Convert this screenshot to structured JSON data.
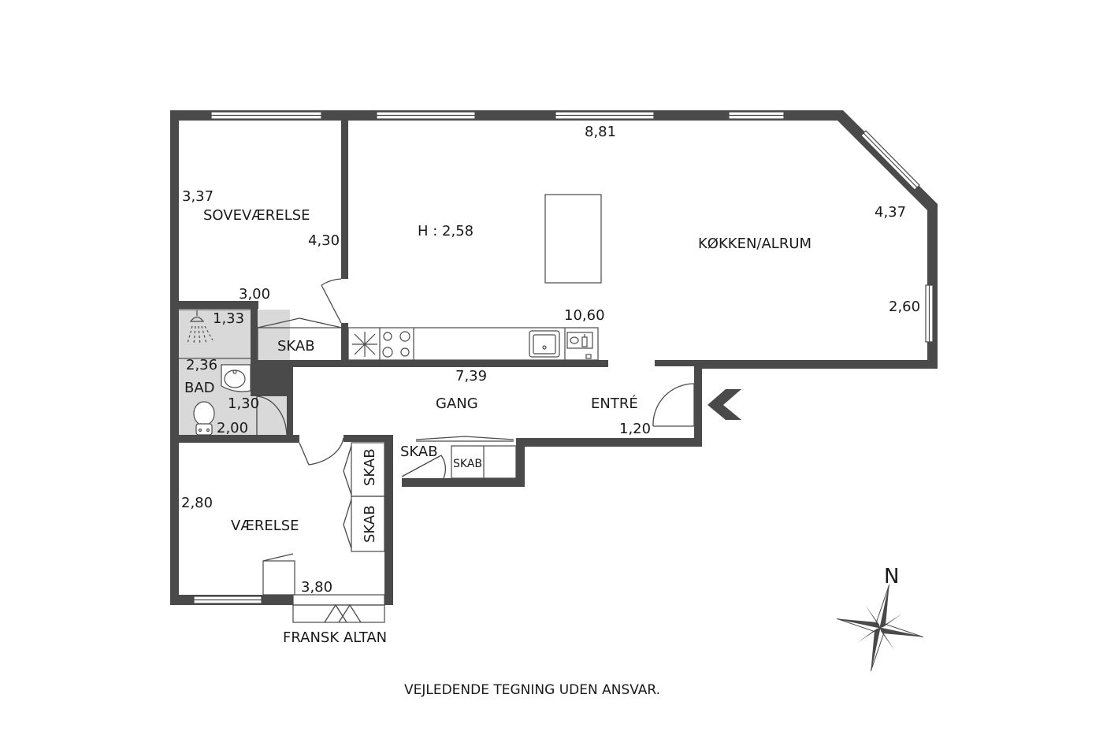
{
  "rooms": {
    "bedroom": "SOVEVÆRELSE",
    "kitchen": "KØKKEN/ALRUM",
    "closet_main": "SKAB",
    "bath": "BAD",
    "hall": "GANG",
    "entry": "ENTRÉ",
    "hall_closet": "SKAB",
    "hall_closet_small": "SKAB",
    "room": "VÆRELSE",
    "room_closet_1": "SKAB",
    "room_closet_2": "SKAB",
    "balcony": "FRANSK ALTAN"
  },
  "dims": {
    "bed_left": "3,37",
    "bed_right": "4,30",
    "bed_bottom": "3,00",
    "height": "H : 2,58",
    "kitchen_top": "8,81",
    "kitchen_diag": "4,37",
    "kitchen_right": "2,60",
    "kitchen_counter": "10,60",
    "shower": "1,33",
    "bath_a": "2,36",
    "bath_b": "1,30",
    "bath_c": "2,00",
    "hall": "7,39",
    "entry": "1,20",
    "room_left": "2,80",
    "room_bottom": "3,80"
  },
  "compass": {
    "north": "N"
  },
  "disclaimer": "VEJLEDENDE TEGNING UDEN ANSVAR.",
  "colors": {
    "wall": "#4a4a4a",
    "bath_floor": "#d9d9d9",
    "entry_arrow": "#4a4a4a"
  }
}
